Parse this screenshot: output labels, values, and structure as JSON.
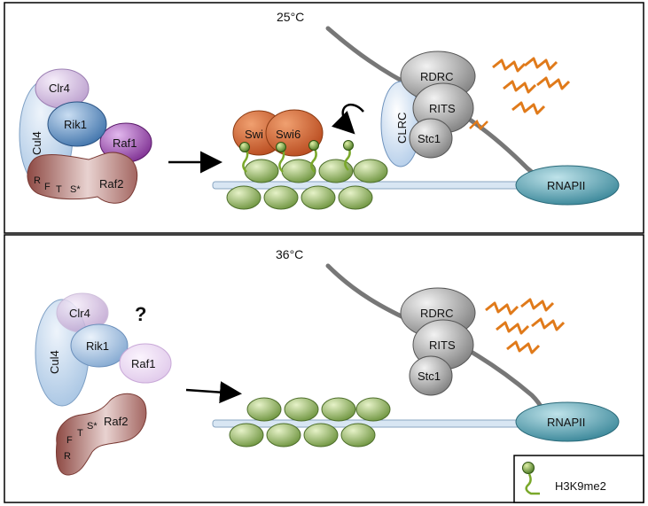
{
  "panels": {
    "top": {
      "temperature": "25°C",
      "complex_left": {
        "clr4": "Clr4",
        "cul4": "Cul4",
        "rik1": "Rik1",
        "raf1": "Raf1",
        "raf2": "Raf2",
        "motif": [
          "R",
          "F",
          "T",
          "S*"
        ]
      },
      "swi_labels": [
        "Swi",
        "Swi6"
      ],
      "clrc": "CLRC",
      "rdrc": "RDRC",
      "rits": "RITS",
      "stc1": "Stc1",
      "rnapii": "RNAPII"
    },
    "bottom": {
      "temperature": "36°C",
      "complex_left": {
        "clr4": "Clr4",
        "cul4": "Cul4",
        "rik1": "Rik1",
        "raf1": "Raf1",
        "raf2": "Raf2",
        "motif": [
          "F",
          "T",
          "S*",
          "R"
        ]
      },
      "question": "?",
      "rdrc": "RDRC",
      "rits": "RITS",
      "stc1": "Stc1",
      "rnapii": "RNAPII"
    }
  },
  "legend": {
    "label": "H3K9me2"
  },
  "colors": {
    "nucleosome": "#7fa44a",
    "swi6": "#c8561f",
    "rnapii": "#3f8ea0",
    "sirna": "#e07a1a",
    "raf1_active": "#8a3a9a",
    "raf2": "#9a5a52",
    "rik1": "#3a6fa8",
    "grey_protein": "#8a8a8a"
  }
}
